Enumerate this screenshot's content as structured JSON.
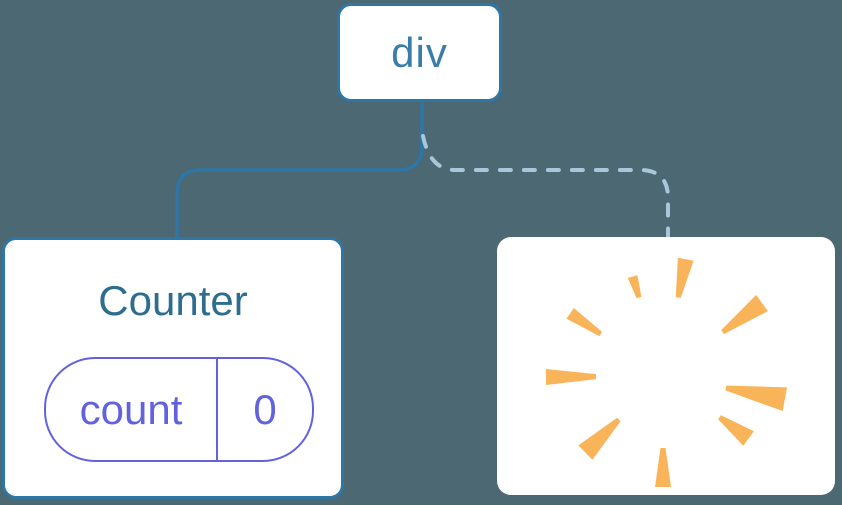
{
  "diagram": {
    "background_color": "#4c6873",
    "tree": {
      "root": {
        "label": "div"
      },
      "children": [
        {
          "type": "component",
          "title": "Counter",
          "state": {
            "key": "count",
            "value": "0"
          },
          "link_style": "solid"
        },
        {
          "type": "removed-component",
          "icon": "poof-icon",
          "link_style": "dashed"
        }
      ]
    },
    "colors": {
      "canvas_bg": "#4c6873",
      "node_bg": "#ffffff",
      "node_border": "#2e76a6",
      "root_label": "#3a7ea8",
      "counter_title": "#2d6d8e",
      "state_pill": "#6263dc",
      "solid_link": "#2e76a6",
      "dashed_link": "#a9c7db",
      "poof": "#f9b45a"
    }
  }
}
